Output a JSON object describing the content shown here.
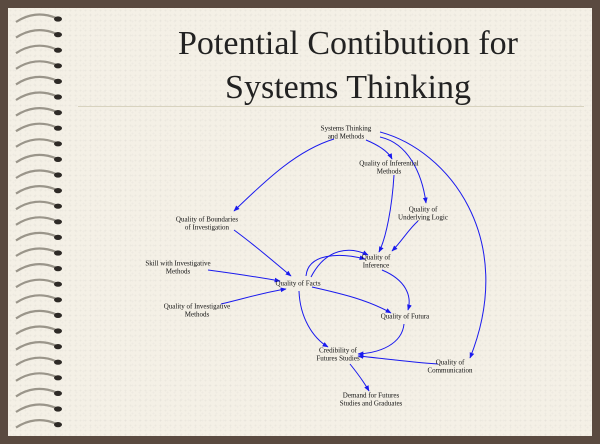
{
  "slide": {
    "title_line1": "Potential Contibution for",
    "title_line2": "Systems Thinking"
  },
  "diagram": {
    "edge_color": "#1a1aee",
    "nodes": {
      "systems_thinking": [
        "Systems Thinking",
        "and Methods"
      ],
      "quality_inferential": [
        "Quality of Inferential",
        "Methods"
      ],
      "quality_underlying": [
        "Quality of",
        "Underlying Logic"
      ],
      "quality_boundaries": [
        "Quality of Boundaries",
        "of Investigation"
      ],
      "quality_inference": [
        "Quality of",
        "Inference"
      ],
      "skill_investigative": [
        "Skill with Investigative",
        "Methods"
      ],
      "quality_facts": [
        "Quality of Facts"
      ],
      "quality_investigative": [
        "Quality of Investigative",
        "Methods"
      ],
      "quality_futura": [
        "Quality of Futura"
      ],
      "credibility": [
        "Credibility of",
        "Futures Studies"
      ],
      "quality_communication": [
        "Quality of",
        "Communication"
      ],
      "demand": [
        "Demand for Futures",
        "Studies and Graduates"
      ]
    }
  }
}
